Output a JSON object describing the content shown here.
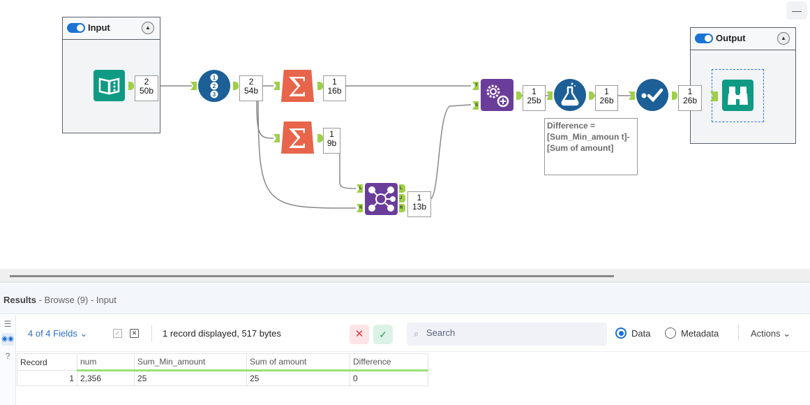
{
  "canvas": {
    "containers": [
      {
        "id": "input",
        "title": "Input",
        "enabled": true
      },
      {
        "id": "output",
        "title": "Output",
        "enabled": true
      }
    ],
    "tools": [
      {
        "id": "input-data",
        "type": "Input Data",
        "icon": "book-icon",
        "color": "#0f9a84"
      },
      {
        "id": "record-id",
        "type": "Record ID",
        "icon": "numbered-list-icon",
        "color": "#1d5f97"
      },
      {
        "id": "summarize-1",
        "type": "Summarize",
        "icon": "sigma-icon",
        "color": "#e8644a"
      },
      {
        "id": "summarize-2",
        "type": "Summarize",
        "icon": "sigma-icon",
        "color": "#e8644a"
      },
      {
        "id": "join",
        "type": "Join",
        "icon": "join-icon",
        "color": "#6a3d9a"
      },
      {
        "id": "append-fields",
        "type": "Append Fields",
        "icon": "gears-icon",
        "color": "#6a3d9a"
      },
      {
        "id": "formula",
        "type": "Formula",
        "icon": "flask-icon",
        "color": "#1d5f97"
      },
      {
        "id": "select",
        "type": "Select",
        "icon": "check-icon",
        "color": "#1d5f97"
      },
      {
        "id": "browse",
        "type": "Browse",
        "icon": "binoculars-icon",
        "color": "#0f9a84"
      }
    ],
    "counts": [
      {
        "after": "input-data",
        "records": "2",
        "size": "50b"
      },
      {
        "after": "record-id",
        "records": "2",
        "size": "54b"
      },
      {
        "after": "summarize-1",
        "records": "1",
        "size": "16b"
      },
      {
        "after": "summarize-2",
        "records": "1",
        "size": "9b"
      },
      {
        "after": "join",
        "records": "1",
        "size": "13b"
      },
      {
        "after": "append-fields",
        "records": "1",
        "size": "25b"
      },
      {
        "after": "formula",
        "records": "1",
        "size": "26b"
      },
      {
        "after": "select",
        "records": "1",
        "size": "26b"
      }
    ],
    "anchors": {
      "join_in": [
        "L",
        "R"
      ],
      "join_out": [
        "L",
        "J",
        "R"
      ],
      "append_in": [
        "T",
        "S"
      ]
    },
    "annotation": "Difference = [Sum_Min_amoun t]-[Sum of amount]",
    "minimize_label": "—"
  },
  "results": {
    "title": "Results",
    "subtitle": " - Browse (9) - Input",
    "fields_selector": "4 of 4 Fields",
    "record_info": "1 record displayed, 517 bytes",
    "search_placeholder": "Search",
    "view_options": [
      {
        "label": "Data",
        "selected": true
      },
      {
        "label": "Metadata",
        "selected": false
      }
    ],
    "actions_label": "Actions",
    "table": {
      "columns": [
        "Record",
        "num",
        "Sum_Min_amount",
        "Sum of amount",
        "Difference"
      ],
      "rows": [
        [
          "1",
          "2,356",
          "25",
          "25",
          "0"
        ]
      ]
    }
  }
}
